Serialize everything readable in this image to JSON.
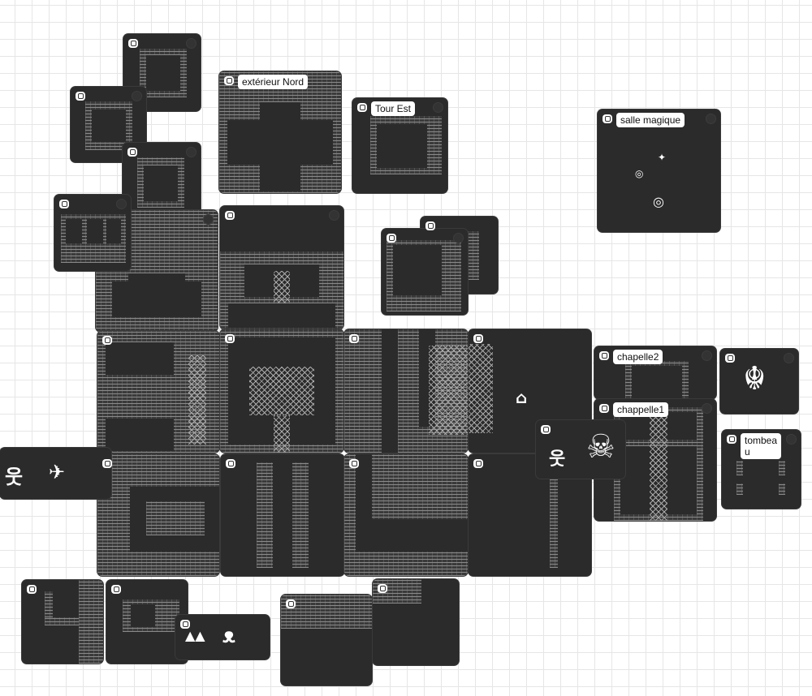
{
  "rooms": {
    "exterieur_nord": {
      "label": "extérieur Nord"
    },
    "tour_est": {
      "label": "Tour Est"
    },
    "salle_magique": {
      "label": "salle magique"
    },
    "chapelle2": {
      "label": "chapelle2"
    },
    "chappelle1": {
      "label": "chappelle1"
    },
    "tombeau": {
      "label": "tombea u"
    }
  },
  "icons": {
    "room_toggle": "checkbox-icon",
    "room_corner": "circle-icon"
  },
  "colors": {
    "room_bg": "#2b2b2b",
    "grid": "#e6e6e6",
    "label_bg": "#ffffff"
  }
}
